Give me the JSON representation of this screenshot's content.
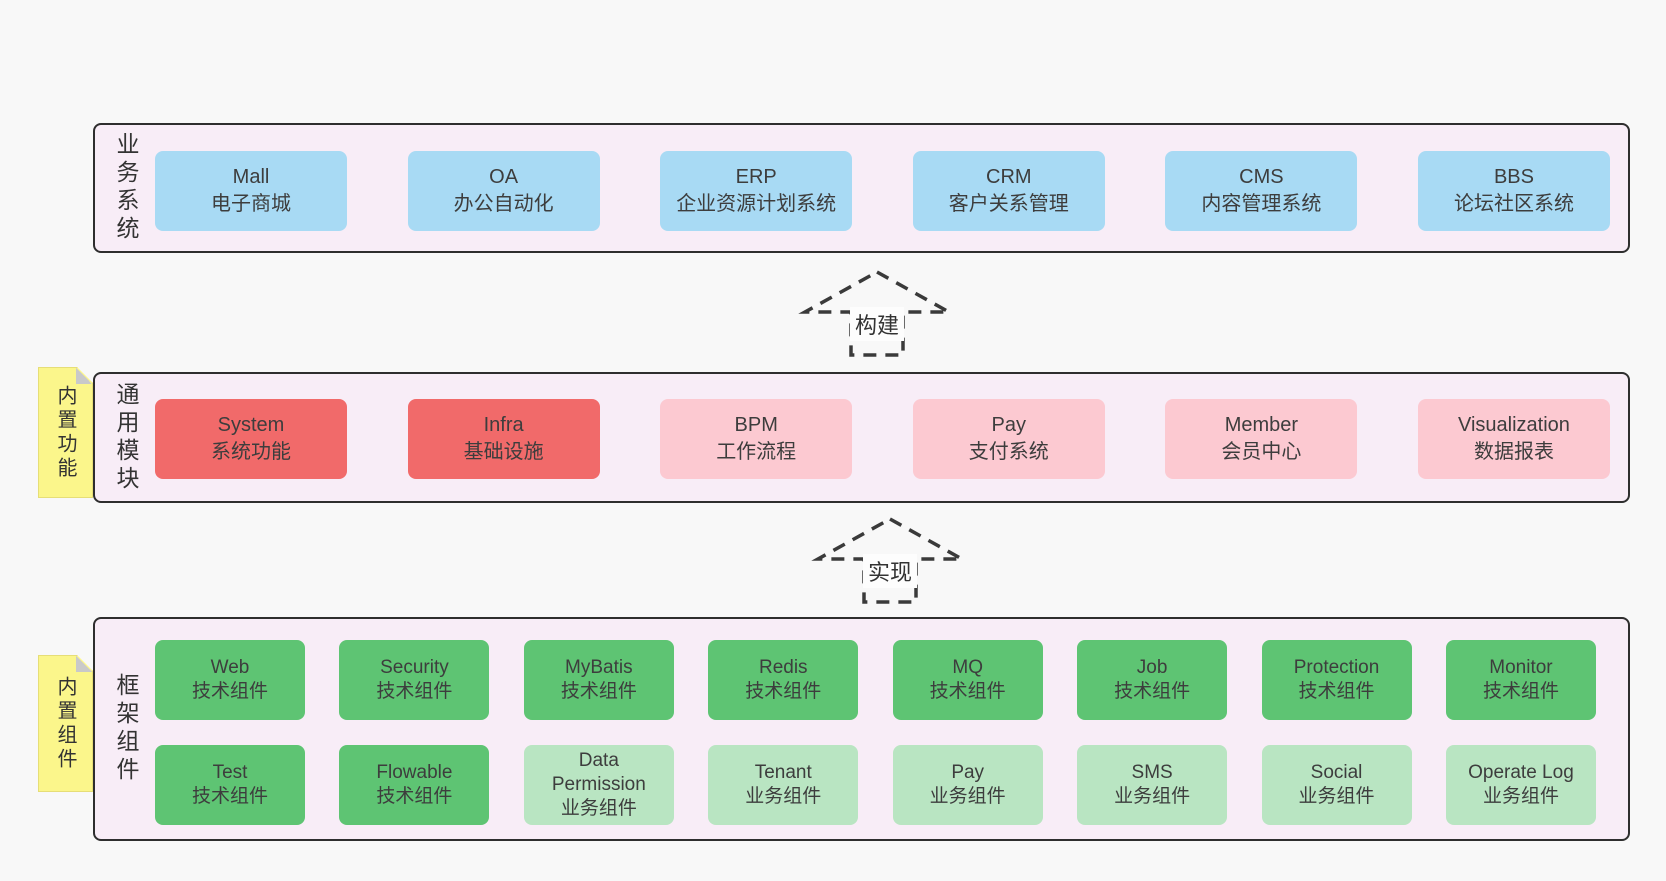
{
  "colors": {
    "page_bg": "#f8f8f8",
    "panel_bg": "#f8edf7",
    "panel_border": "#2e2e2e",
    "blue_box": "#a8daf4",
    "red_box": "#f16a6a",
    "pink_box": "#fcc9d1",
    "green_box": "#5ec473",
    "light_green_box": "#b9e5c2",
    "note_yellow": "#fbf68b",
    "text": "#3d3d3d"
  },
  "sections": {
    "business": {
      "label": "业务系统",
      "boxes": [
        {
          "title": "Mall",
          "subtitle": "电子商城"
        },
        {
          "title": "OA",
          "subtitle": "办公自动化"
        },
        {
          "title": "ERP",
          "subtitle": "企业资源计划系统"
        },
        {
          "title": "CRM",
          "subtitle": "客户关系管理"
        },
        {
          "title": "CMS",
          "subtitle": "内容管理系统"
        },
        {
          "title": "BBS",
          "subtitle": "论坛社区系统"
        }
      ]
    },
    "modules": {
      "label": "通用模块",
      "note": "内置功能",
      "boxes": [
        {
          "title": "System",
          "subtitle": "系统功能"
        },
        {
          "title": "Infra",
          "subtitle": "基础设施"
        },
        {
          "title": "BPM",
          "subtitle": "工作流程"
        },
        {
          "title": "Pay",
          "subtitle": "支付系统"
        },
        {
          "title": "Member",
          "subtitle": "会员中心"
        },
        {
          "title": "Visualization",
          "subtitle": "数据报表"
        }
      ]
    },
    "components": {
      "label": "框架组件",
      "note": "内置组件",
      "rows": [
        [
          {
            "title": "Web",
            "subtitle": "技术组件"
          },
          {
            "title": "Security",
            "subtitle": "技术组件"
          },
          {
            "title": "MyBatis",
            "subtitle": "技术组件"
          },
          {
            "title": "Redis",
            "subtitle": "技术组件"
          },
          {
            "title": "MQ",
            "subtitle": "技术组件"
          },
          {
            "title": "Job",
            "subtitle": "技术组件"
          },
          {
            "title": "Protection",
            "subtitle": "技术组件"
          },
          {
            "title": "Monitor",
            "subtitle": "技术组件"
          }
        ],
        [
          {
            "title": "Test",
            "subtitle": "技术组件"
          },
          {
            "title": "Flowable",
            "subtitle": "技术组件"
          },
          {
            "title": "Data Permission",
            "subtitle": "业务组件"
          },
          {
            "title": "Tenant",
            "subtitle": "业务组件"
          },
          {
            "title": "Pay",
            "subtitle": "业务组件"
          },
          {
            "title": "SMS",
            "subtitle": "业务组件"
          },
          {
            "title": "Social",
            "subtitle": "业务组件"
          },
          {
            "title": "Operate Log",
            "subtitle": "业务组件"
          }
        ]
      ]
    }
  },
  "arrows": [
    {
      "label": "构建"
    },
    {
      "label": "实现"
    }
  ]
}
